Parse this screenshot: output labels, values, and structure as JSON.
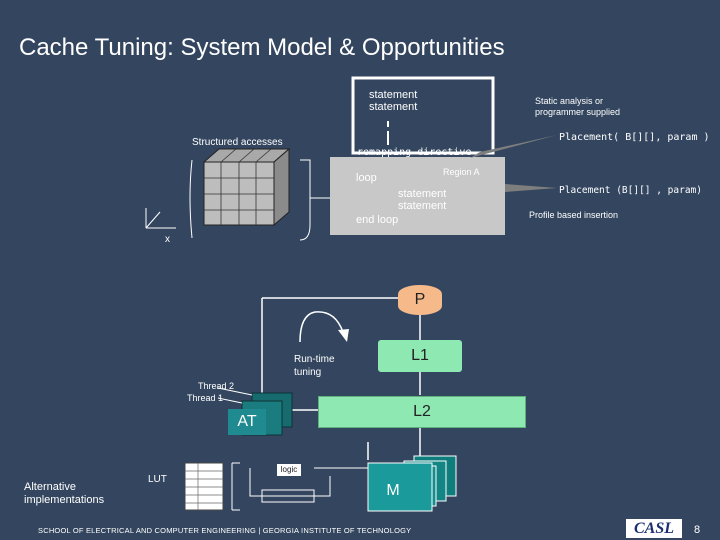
{
  "title": "Cache Tuning: System Model & Opportunities",
  "code_box": {
    "top_statements": [
      "statement",
      "statement"
    ],
    "remapping": "remapping directive",
    "loop": "loop",
    "region": "Region A",
    "inner_statements": [
      "statement",
      "statement"
    ],
    "end_loop": "end loop"
  },
  "structured_accesses": "Structured accesses",
  "axis_x": "x",
  "right_notes": {
    "static": [
      "Static analysis or",
      "programmer supplied"
    ],
    "placement1": "Placement( B[][], param )",
    "placement2": "Placement (B[][] , param)",
    "profile": "Profile based insertion"
  },
  "system": {
    "p": "P",
    "l1": "L1",
    "l2": "L2",
    "m": "M",
    "at": "AT",
    "runtime": [
      "Run-time",
      "tuning"
    ],
    "threads": [
      "Thread 2",
      "Thread 1"
    ],
    "alternative": [
      "Alternative",
      "implementations"
    ],
    "lut": "LUT",
    "logic": "logic"
  },
  "footer": "SCHOOL OF ELECTRICAL AND COMPUTER ENGINEERING | GEORGIA INSTITUTE OF TECHNOLOGY",
  "logo": "CASL",
  "page_number": "8",
  "colors": {
    "background": "#34465f",
    "p_node": "#f5b98a",
    "cache_green": "#8ee8b2",
    "memory": "#1a9a9a",
    "at_box": "#1f8a8f",
    "code_box": "#c8c8c8",
    "callout": "#7e7e7e"
  }
}
